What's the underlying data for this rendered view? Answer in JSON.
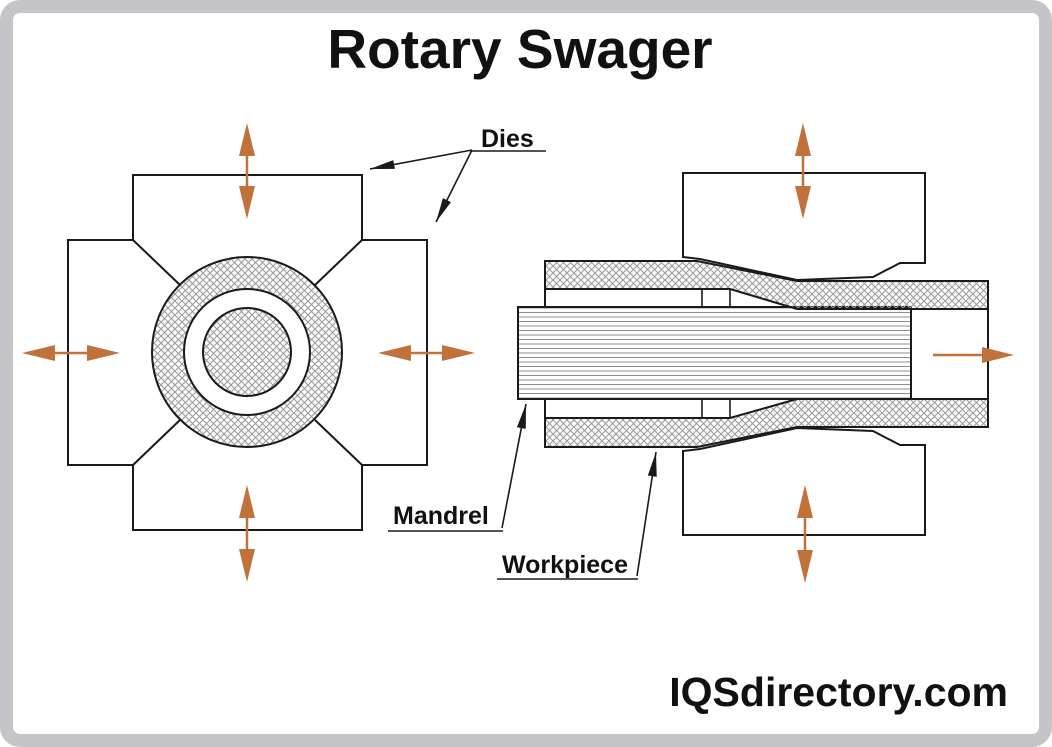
{
  "page": {
    "title": "Rotary Swager",
    "watermark": "IQSdirectory.com"
  },
  "labels": {
    "dies": "Dies",
    "mandrel": "Mandrel",
    "workpiece": "Workpiece"
  },
  "colors": {
    "arrow_orange": "#c1713a",
    "line_black": "#1a1a1a",
    "hatch_gray": "#9b9b9b",
    "mandrel_hatch_gray": "#8f8f8f",
    "frame_gray": "#c5c5c9"
  }
}
